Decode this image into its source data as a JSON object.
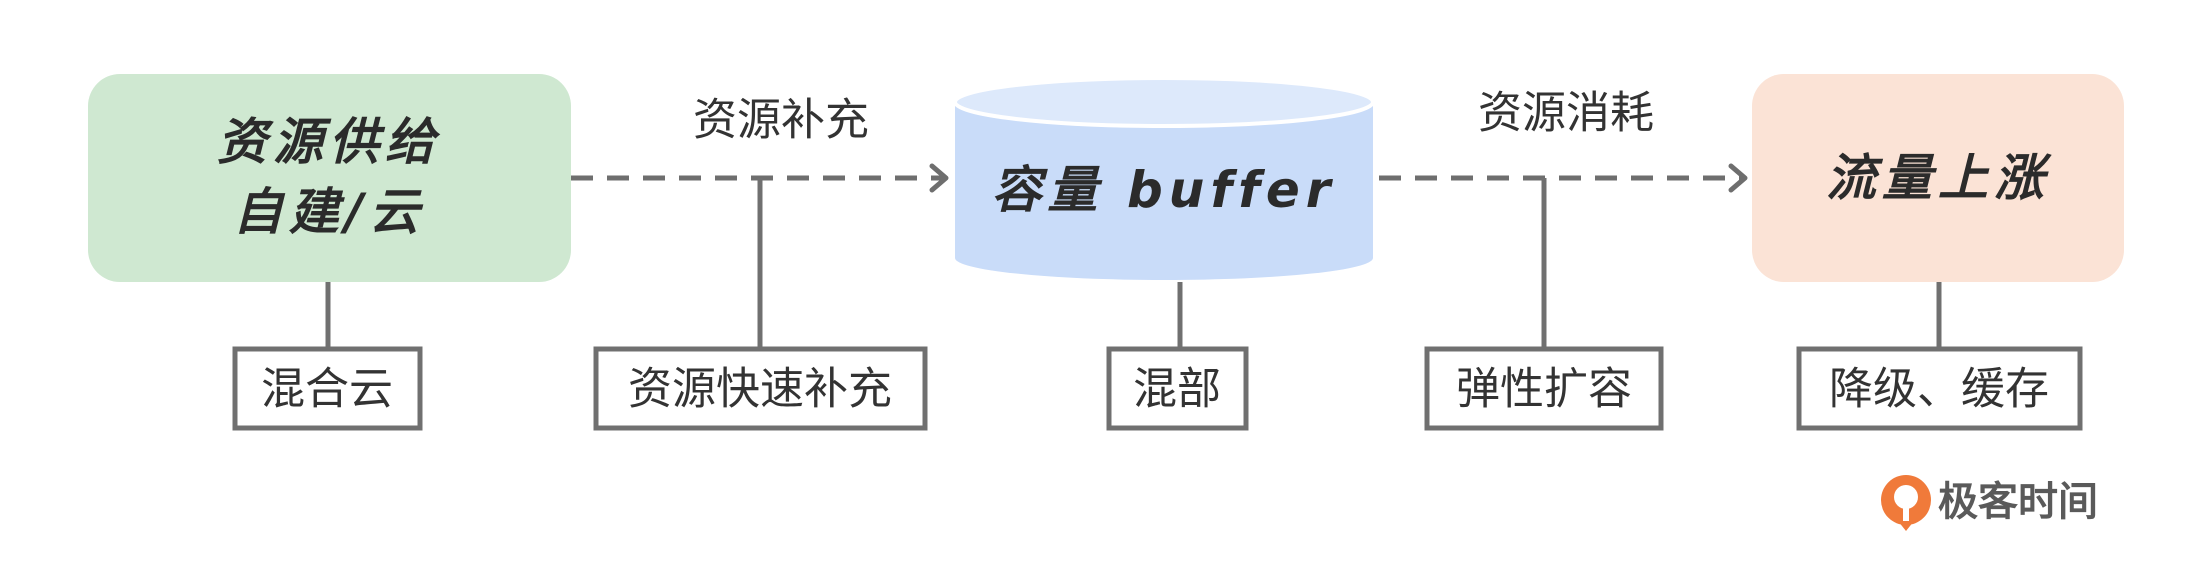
{
  "nodes": {
    "supply": {
      "line1": "资源供给",
      "line2": "自建/云"
    },
    "buffer": {
      "label": "容量 buffer"
    },
    "demand": {
      "label": "流量上涨"
    }
  },
  "edges": {
    "replenish": "资源补充",
    "consume": "资源消耗"
  },
  "annotations": {
    "hybrid_cloud": "混合云",
    "fast_replenish": "资源快速补充",
    "co_location": "混部",
    "elastic_scaling": "弹性扩容",
    "degrade_cache": "降级、缓存"
  },
  "logo": {
    "text": "极客时间"
  },
  "colors": {
    "supply_fill": "#cfe8d1",
    "buffer_fill": "#c9dcf9",
    "buffer_top_fill": "#dde9fb",
    "demand_fill": "#fbe3d6",
    "line": "#707070",
    "logo_accent": "#f07a3a"
  }
}
